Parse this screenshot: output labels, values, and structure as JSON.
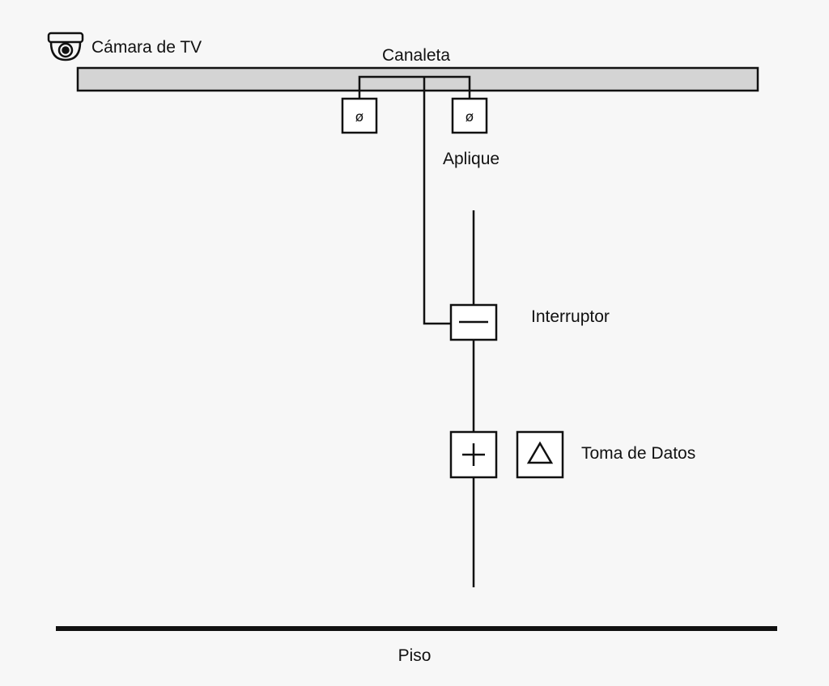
{
  "labels": {
    "camera": "Cámara de TV",
    "channel": "Canaleta",
    "sconce": "Aplique",
    "switch": "Interruptor",
    "data_outlet": "Toma de Datos",
    "floor": "Piso"
  },
  "symbols": {
    "sconce_symbol": "ø",
    "camera_icon": "camera-icon",
    "outlet_icon": "plus-icon",
    "data_icon": "triangle-icon"
  },
  "colors": {
    "background": "#f7f7f7",
    "line": "#111111",
    "channel_fill": "#d4d4d4"
  }
}
